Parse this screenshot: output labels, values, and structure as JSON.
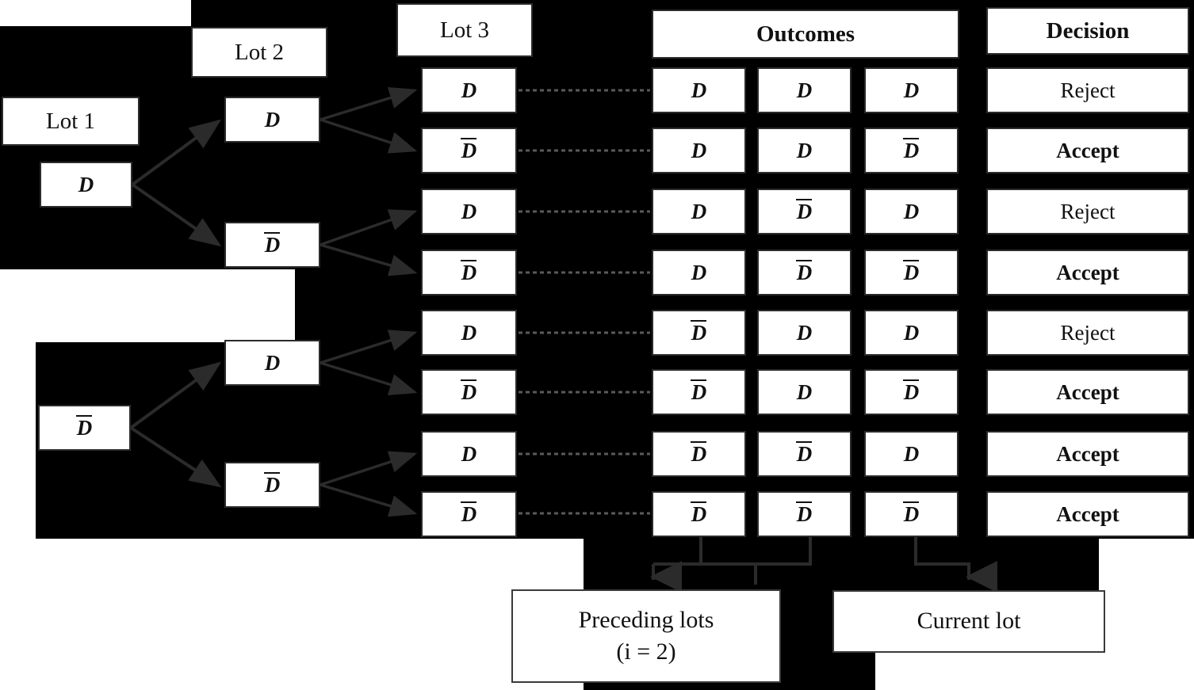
{
  "headers": {
    "lot1": "Lot 1",
    "lot2": "Lot 2",
    "lot3": "Lot 3",
    "outcomes": "Outcomes",
    "decision": "Decision"
  },
  "symbols": {
    "d": "D",
    "dbar": "D"
  },
  "tree": {
    "root_top": "D",
    "root_bottom": "D",
    "lot2_top": [
      "D",
      "D"
    ],
    "lot2_bottom": [
      "D",
      "D"
    ],
    "lot3": [
      "D",
      "D",
      "D",
      "D",
      "D",
      "D",
      "D",
      "D"
    ]
  },
  "table": {
    "rows": [
      {
        "outcomes": [
          "D",
          "D",
          "D"
        ],
        "bars": [
          false,
          false,
          false
        ],
        "decision": "Reject",
        "bold": false
      },
      {
        "outcomes": [
          "D",
          "D",
          "D"
        ],
        "bars": [
          false,
          false,
          true
        ],
        "decision": "Accept",
        "bold": true
      },
      {
        "outcomes": [
          "D",
          "D",
          "D"
        ],
        "bars": [
          false,
          true,
          false
        ],
        "decision": "Reject",
        "bold": false
      },
      {
        "outcomes": [
          "D",
          "D",
          "D"
        ],
        "bars": [
          false,
          true,
          true
        ],
        "decision": "Accept",
        "bold": true
      },
      {
        "outcomes": [
          "D",
          "D",
          "D"
        ],
        "bars": [
          true,
          false,
          false
        ],
        "decision": "Reject",
        "bold": false
      },
      {
        "outcomes": [
          "D",
          "D",
          "D"
        ],
        "bars": [
          true,
          false,
          true
        ],
        "decision": "Accept",
        "bold": true
      },
      {
        "outcomes": [
          "D",
          "D",
          "D"
        ],
        "bars": [
          true,
          true,
          false
        ],
        "decision": "Accept",
        "bold": true
      },
      {
        "outcomes": [
          "D",
          "D",
          "D"
        ],
        "bars": [
          true,
          true,
          true
        ],
        "decision": "Accept",
        "bold": true
      }
    ]
  },
  "footer": {
    "preceding_line1": "Preceding lots",
    "preceding_line2": "(i = 2)",
    "current": "Current lot"
  },
  "colors": {
    "background_fill": "#000000",
    "box_fill": "#ffffff",
    "box_border": "#2b2b2b",
    "text": "#111111",
    "connector": "#2b2b2b",
    "dotted": "#5a5a5a"
  }
}
